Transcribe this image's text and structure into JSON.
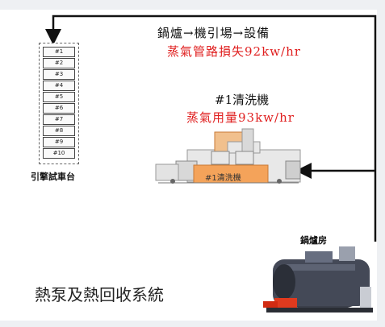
{
  "flow": {
    "route": "鍋爐→機引場→設備",
    "loss": "蒸氣管路損失92kw/hr"
  },
  "washer": {
    "title": "#1清洗機",
    "steam_usage": "蒸氣用量93kw/hr",
    "machine_label": "#1清洗機"
  },
  "rack": {
    "label": "引擎試車台",
    "slots": [
      "#1",
      "#2",
      "#3",
      "#4",
      "#5",
      "#6",
      "#7",
      "#8",
      "#9",
      "#10"
    ]
  },
  "boiler": {
    "label": "鍋爐房"
  },
  "system": {
    "label": "熱泵及熱回收系統"
  },
  "colors": {
    "pipe": "#111111",
    "loss_text": "#e02020",
    "washer_body": "#f4a35a"
  }
}
